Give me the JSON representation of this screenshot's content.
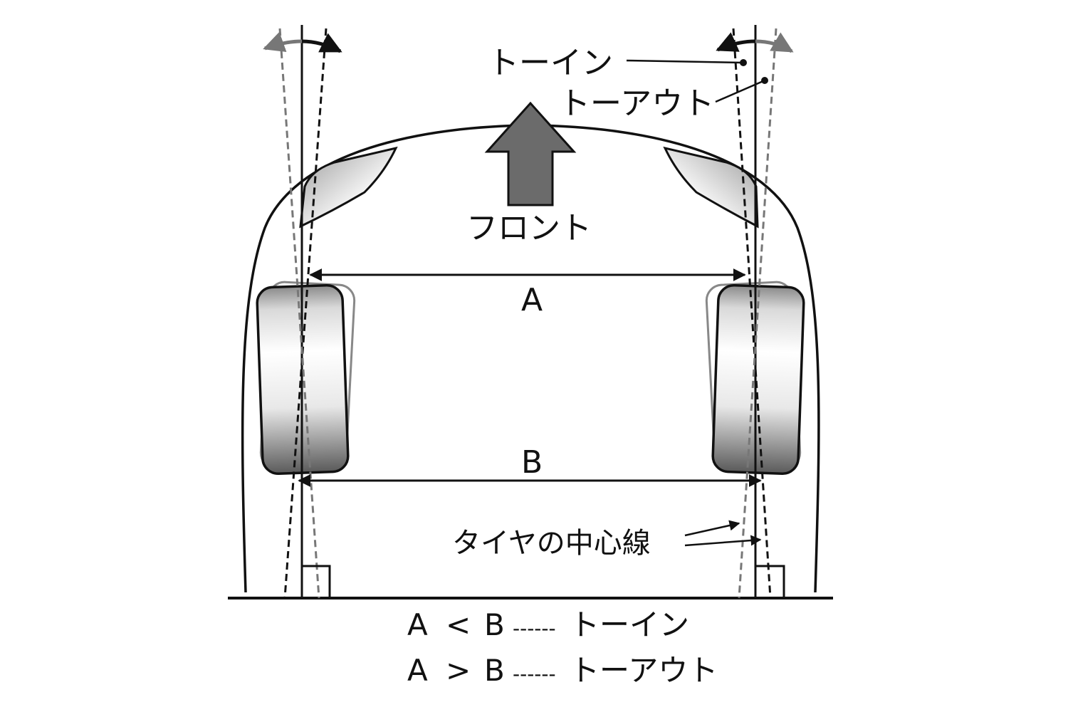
{
  "labels": {
    "toe_in": "トーイン",
    "toe_out": "トーアウト",
    "front": "フロント",
    "a": "A",
    "b": "B",
    "tire_centerline": "タイヤの中心線"
  },
  "legend": [
    {
      "lhs": "A",
      "op": "<",
      "rhs": "B",
      "dashes": "------",
      "result": "トーイン"
    },
    {
      "lhs": "A",
      "op": ">",
      "rhs": "B",
      "dashes": "------",
      "result": "トーアウト"
    }
  ],
  "colors": {
    "line": "#111111",
    "gray_line": "#777777",
    "arrow_fill": "#6b6b6b",
    "tire_dark": "#4a4a4a",
    "tire_light": "#ffffff"
  }
}
